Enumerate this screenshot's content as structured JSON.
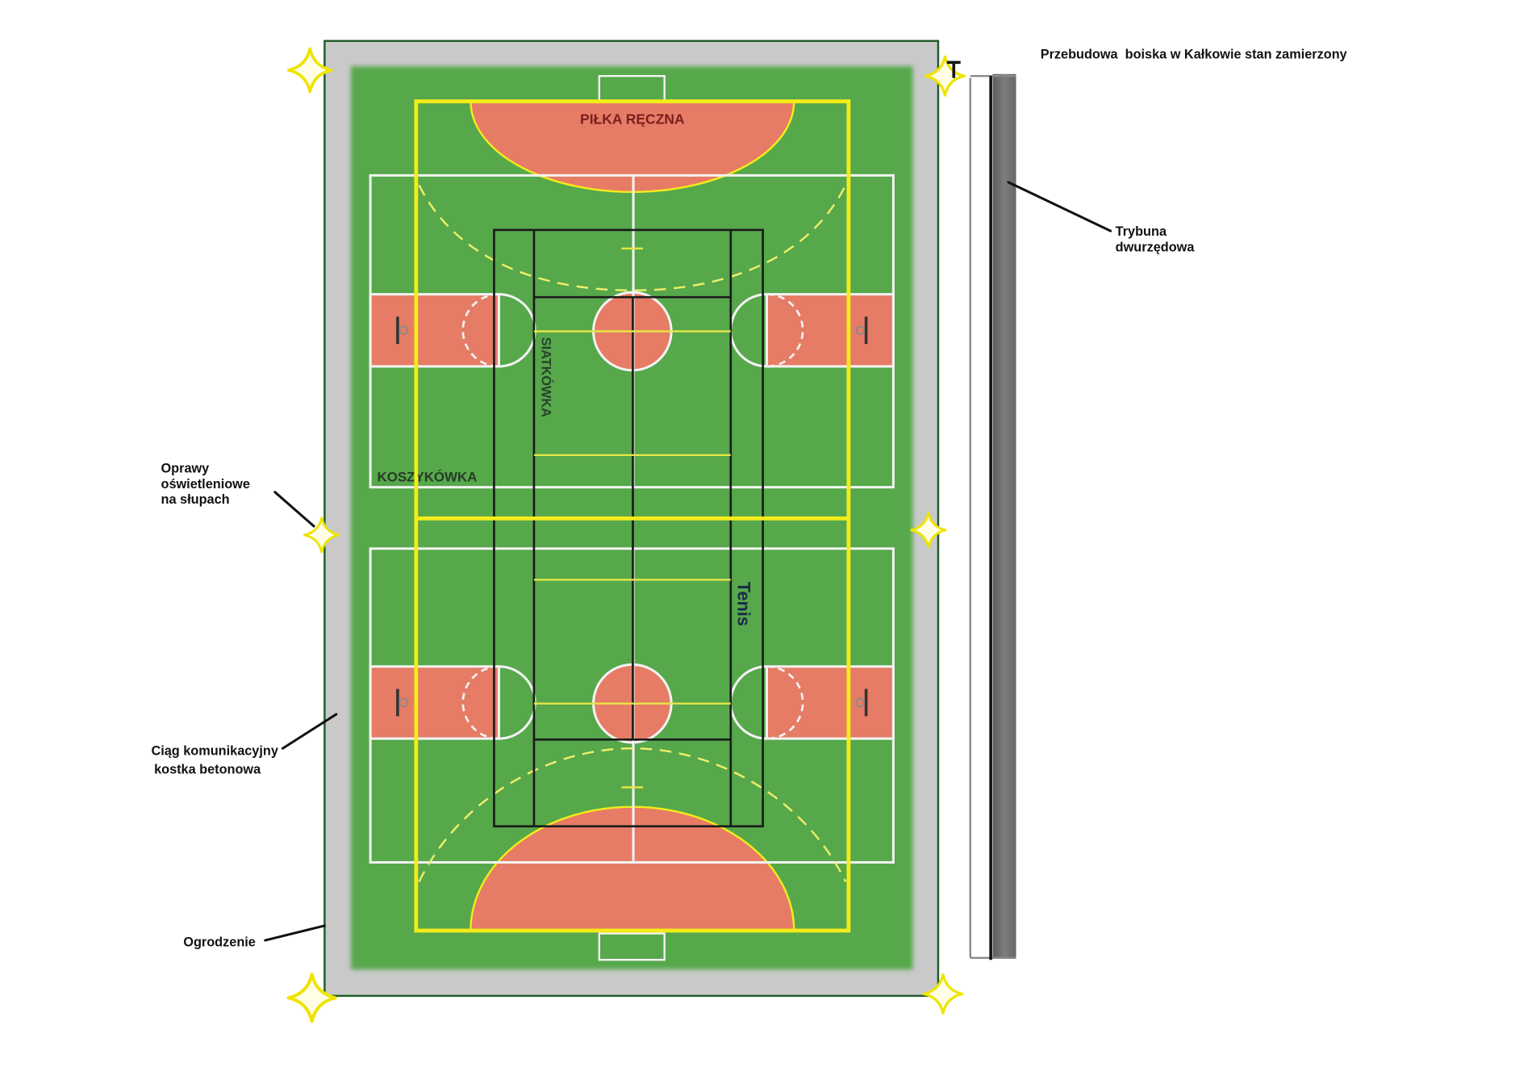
{
  "title": "Przebudowa  boiska w Kałkowie stan zamierzony",
  "court_labels": {
    "handball": "PIŁKA RĘCZNA",
    "volleyball": "SIATKÓWKA",
    "basketball": "KOSZYKÓWKA",
    "tennis": "Tenis"
  },
  "callouts": {
    "tribune": [
      "Trybuna",
      "dwurzędowa"
    ],
    "lighting": [
      "Oprawy",
      "oświetleniowe",
      "na słupach"
    ],
    "pathway": [
      "Ciąg komunikacyjny",
      "kostka betonowa"
    ],
    "fence": [
      "Ogrodzenie"
    ]
  },
  "icons": {
    "lighting_fixture": "star-icon"
  },
  "colors": {
    "turf": "#56a84c",
    "court_paint": "#e67c65",
    "pathway": "#c9c9c9",
    "fence": "#1e5a28",
    "handball_lines": "#f4ec1a",
    "volleyball_lines": "#e4e548",
    "basketball_lines": "#f3f3f3",
    "tennis_lines": "#1b1b1b",
    "lights": "#efe400",
    "tribune": "#6f6f6f",
    "handball_label": "#7a1e1e",
    "text": "#111111"
  }
}
